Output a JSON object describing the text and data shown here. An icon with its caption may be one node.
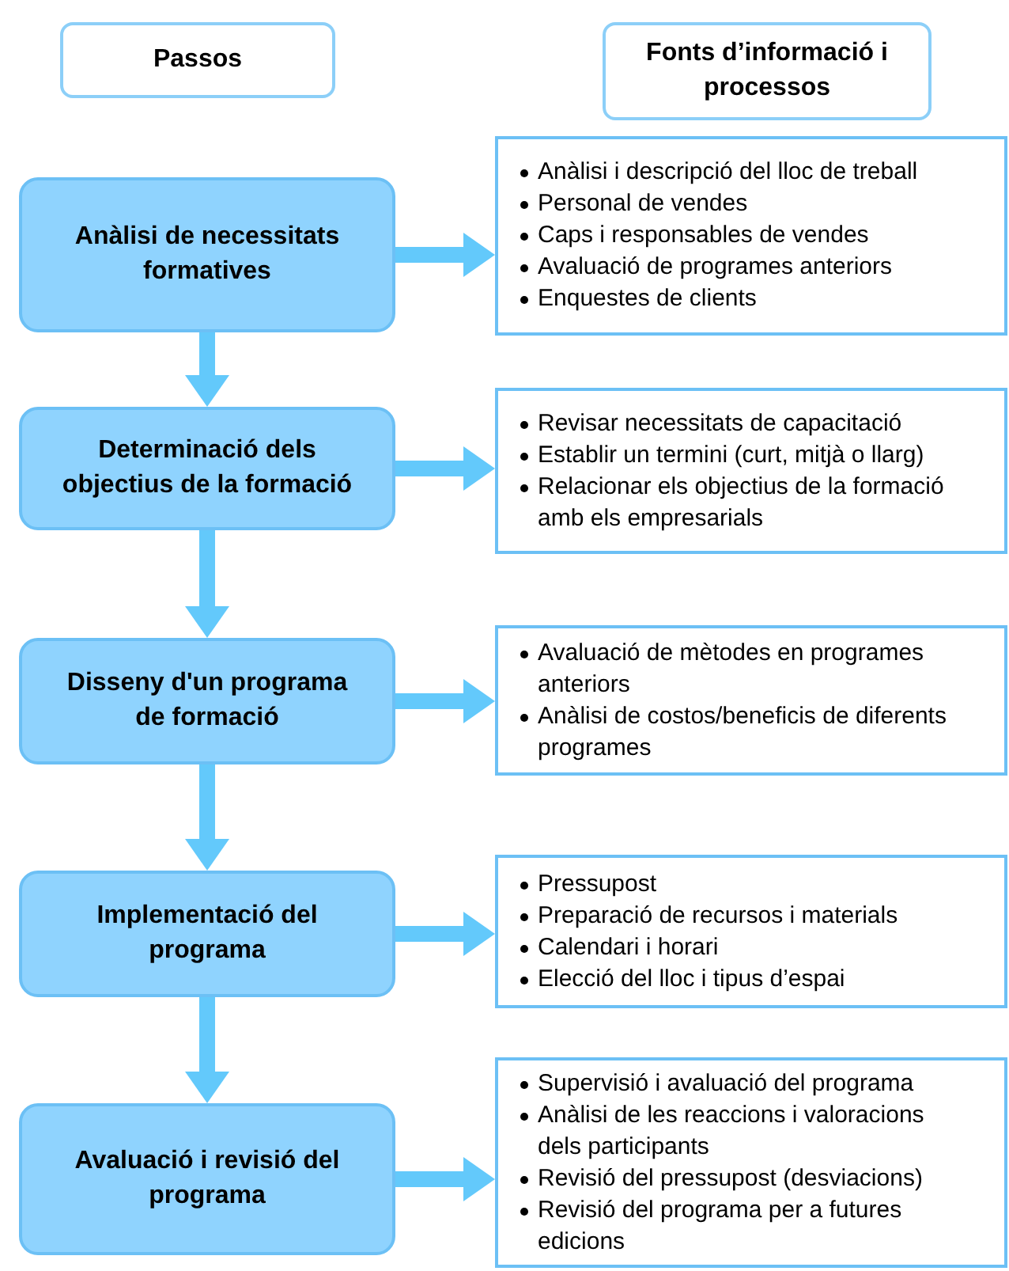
{
  "diagram": {
    "nodes": [
      {
        "text": [
          "Passos"
        ]
      },
      {
        "text": [
          "Fonts d’informació i processos"
        ]
      },
      {
        "text": [
          "Anàlisi de necessitats formatives"
        ]
      },
      {
        "text": [
          "Anàlisi i descripció del lloc de treball",
          "Personal de vendes",
          "Caps i responsables de vendes",
          "Avaluació de programes anteriors",
          "Enquestes de clients"
        ]
      },
      {
        "text": [
          "Determinació dels objectius de la formació"
        ]
      },
      {
        "text": [
          "Revisar necessitats de capacitació",
          "Establir un termini (curt, mitjà o llarg)",
          "Relacionar els objectius de la formació amb els empresarials"
        ]
      },
      {
        "text": [
          "Disseny d'un programa de formació"
        ]
      },
      {
        "text": [
          "Avaluació de mètodes en programes anteriors",
          "Anàlisi de costos/beneficis de diferents programes"
        ]
      },
      {
        "text": [
          "Implementació del programa"
        ]
      },
      {
        "text": [
          "Pressupost",
          "Preparació de recursos i materials",
          "Calendari i horari",
          "Elecció del lloc i tipus d’espai"
        ]
      },
      {
        "text": [
          "Avaluació i revisió del programa"
        ]
      },
      {
        "text": [
          "Supervisió i avaluació del programa",
          "Anàlisi de les reaccions i valoracions dels participants",
          "Revisió del pressupost (desviacions)",
          "Revisió del programa per a futures edicions"
        ]
      }
    ],
    "edges": [
      {
        "from": 2,
        "to": 3,
        "arrow": "to"
      },
      {
        "from": 2,
        "to": 4,
        "arrow": "to"
      },
      {
        "from": 4,
        "to": 5,
        "arrow": "to"
      },
      {
        "from": 4,
        "to": 6,
        "arrow": "to"
      },
      {
        "from": 6,
        "to": 7,
        "arrow": "to"
      },
      {
        "from": 6,
        "to": 8,
        "arrow": "to"
      },
      {
        "from": 8,
        "to": 9,
        "arrow": "to"
      },
      {
        "from": 8,
        "to": 10,
        "arrow": "to"
      },
      {
        "from": 10,
        "to": 11,
        "arrow": "to"
      }
    ]
  }
}
